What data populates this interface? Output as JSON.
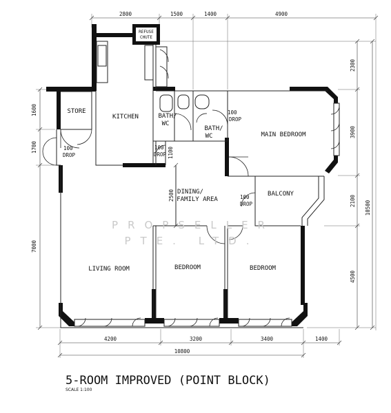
{
  "drawing": {
    "title": "5-ROOM IMPROVED (POINT BLOCK)",
    "scale": "SCALE  1:100",
    "watermark": [
      "PROPSELLER",
      "PTE. LTD."
    ]
  },
  "rooms": {
    "refuse_chute": [
      "REFUSE",
      "CHUTE"
    ],
    "store": "STORE",
    "kitchen": "KITCHEN",
    "bath1": [
      "BATH/",
      "WC"
    ],
    "bath2": [
      "BATH/",
      "WC"
    ],
    "main_bedroom": "MAIN BEDROOM",
    "dining": [
      "DINING/",
      "FAMILY AREA"
    ],
    "balcony": "BALCONY",
    "living": "LIVING ROOM",
    "bedroom1": "BEDROOM",
    "bedroom2": "BEDROOM"
  },
  "drop_labels": {
    "store": [
      "100",
      "DROP"
    ],
    "bath2": [
      "100",
      "DROP"
    ],
    "kitchen": [
      "100",
      "DROP"
    ],
    "balcony": [
      "100",
      "DROP"
    ]
  },
  "dimensions": {
    "top": [
      "2800",
      "1500",
      "1400",
      "4900"
    ],
    "bottom": [
      "4200",
      "3200",
      "3400",
      "1400"
    ],
    "bottom_total": "10800",
    "left": [
      "1600",
      "1700",
      "7000"
    ],
    "left_inner": "2500",
    "kitchen_gap": "1100",
    "right": [
      "2300",
      "3900",
      "2100",
      "4500"
    ],
    "right_total": "10500"
  }
}
